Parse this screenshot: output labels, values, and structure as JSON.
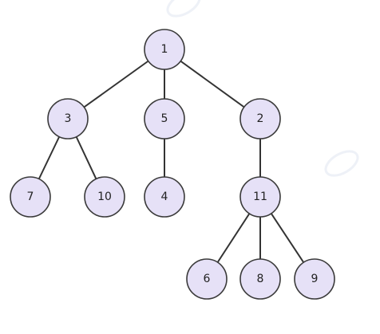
{
  "tree": {
    "root": "1",
    "colors": {
      "node_fill": "#e6e1f7",
      "node_stroke": "#3a3a3a",
      "edge": "#333333",
      "label": "#222222"
    },
    "nodes": [
      {
        "id": "n1",
        "label": "1",
        "children": [
          "n3",
          "n5",
          "n2"
        ]
      },
      {
        "id": "n3",
        "label": "3",
        "children": [
          "n7",
          "n10"
        ]
      },
      {
        "id": "n5",
        "label": "5",
        "children": [
          "n4"
        ]
      },
      {
        "id": "n2",
        "label": "2",
        "children": [
          "n11"
        ]
      },
      {
        "id": "n7",
        "label": "7",
        "children": []
      },
      {
        "id": "n10",
        "label": "10",
        "children": []
      },
      {
        "id": "n4",
        "label": "4",
        "children": []
      },
      {
        "id": "n11",
        "label": "11",
        "children": [
          "n6",
          "n8",
          "n9"
        ]
      },
      {
        "id": "n6",
        "label": "6",
        "children": []
      },
      {
        "id": "n8",
        "label": "8",
        "children": []
      },
      {
        "id": "n9",
        "label": "9",
        "children": []
      }
    ]
  }
}
